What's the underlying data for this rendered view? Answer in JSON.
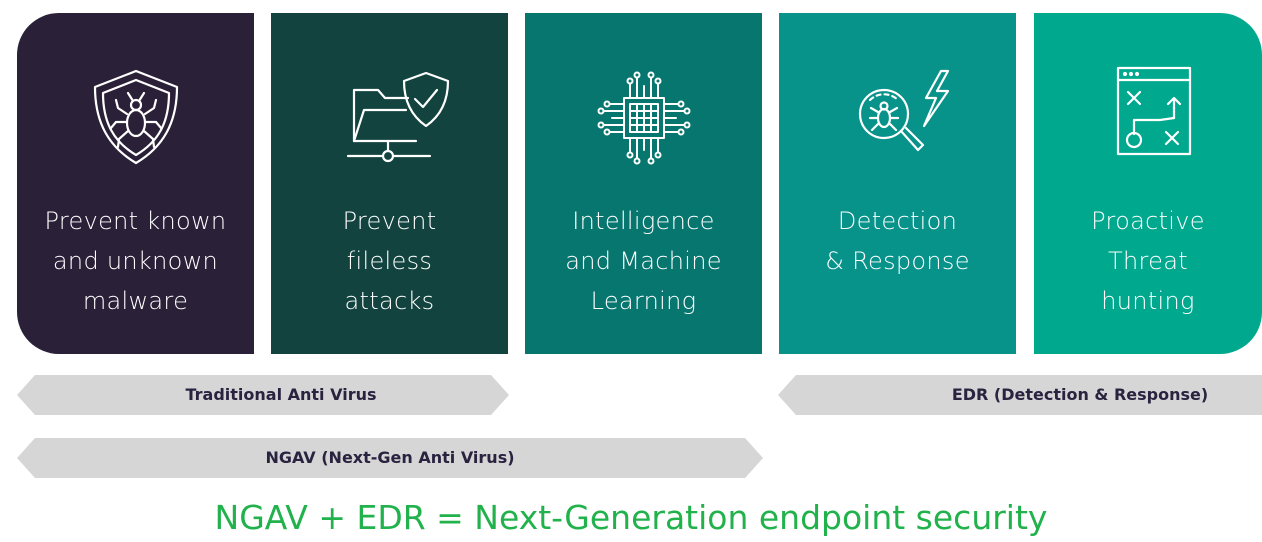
{
  "cards": [
    {
      "label": "Prevent known\nand unknown\nmalware",
      "icon": "shield-bug-icon",
      "color": "#2a2038"
    },
    {
      "label": "Prevent\nfileless\nattacks",
      "icon": "folder-shield-network-icon",
      "color": "#12433f"
    },
    {
      "label": "Intelligence\nand Machine\nLearning",
      "icon": "ai-chip-icon",
      "color": "#07766f"
    },
    {
      "label": "Detection\n& Response",
      "icon": "bug-magnifier-lightning-icon",
      "color": "#08938a"
    },
    {
      "label": "Proactive\nThreat\nhunting",
      "icon": "threat-hunting-strategy-icon",
      "color": "#00a98e"
    }
  ],
  "bands": {
    "traditional_av": "Traditional Anti Virus",
    "edr": "EDR (Detection & Response)",
    "ngav": "NGAV (Next-Gen Anti Virus)",
    "color": "#d6d6d6",
    "text_color": "#2a2340"
  },
  "footer": {
    "text": "NGAV + EDR = Next-Generation endpoint security",
    "color": "#22b24c"
  }
}
